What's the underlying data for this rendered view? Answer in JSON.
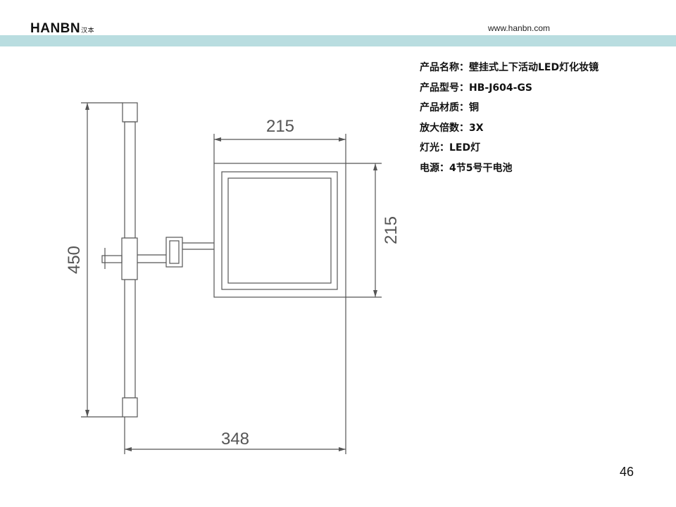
{
  "header": {
    "brand": "HANBN",
    "brand_sub": "汉本",
    "url": "www.hanbn.com",
    "band_color": "#b9dde0"
  },
  "specs": [
    "产品名称：壁挂式上下活动LED灯化妆镜",
    "产品型号：HB-J604-GS",
    "产品材质：铜",
    "放大倍数：3X",
    "灯光：LED灯",
    "电源：4节5号干电池"
  ],
  "drawing": {
    "dim_width": "215",
    "dim_height_mirror": "215",
    "dim_height_total": "450",
    "dim_depth": "348",
    "line_color": "#555555"
  },
  "page_number": "46"
}
